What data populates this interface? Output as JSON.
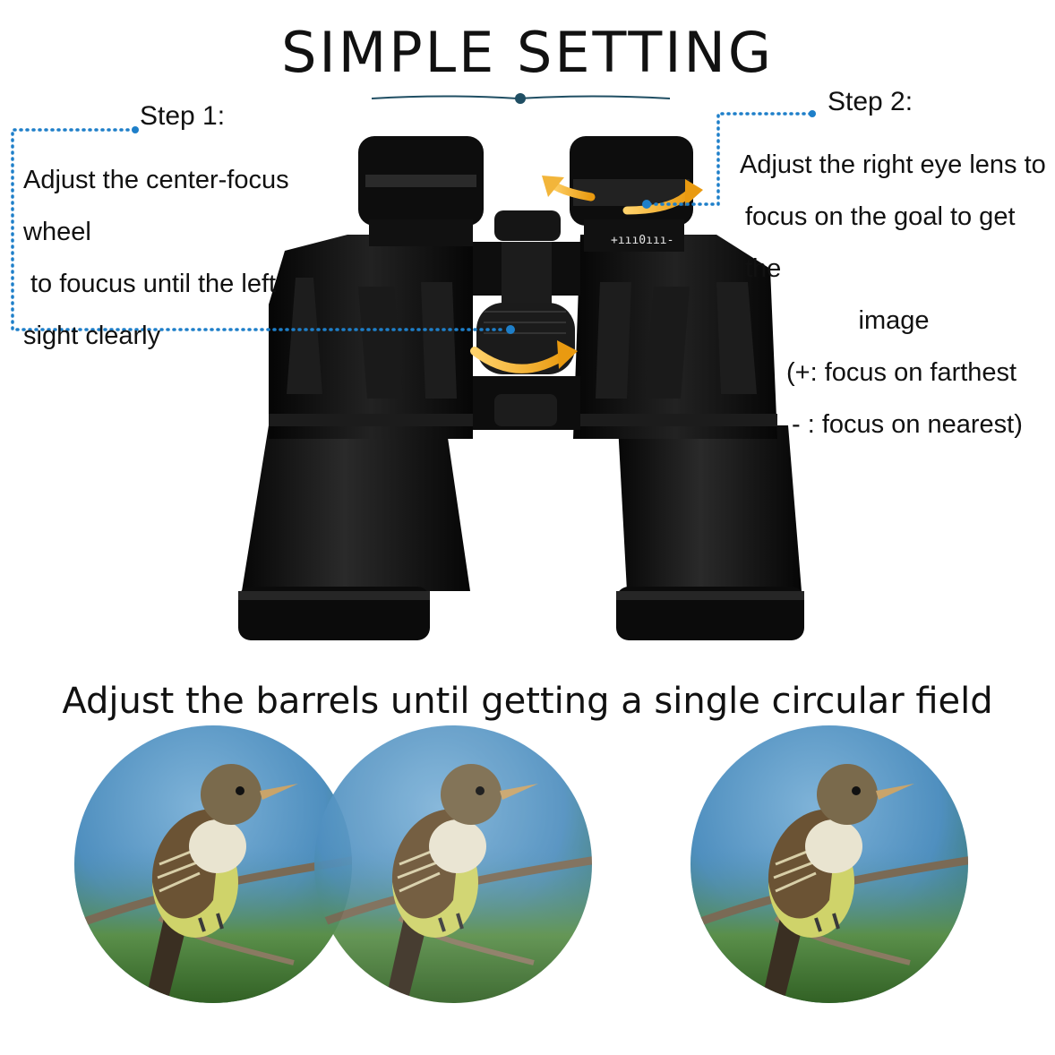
{
  "title": "SIMPLE SETTING",
  "step1": {
    "heading": "Step 1:",
    "lines": [
      "Adjust the center-focus wheel",
      "to foucus until the left",
      "sight clearly"
    ]
  },
  "step2": {
    "heading": "Step 2:",
    "lines": [
      "Adjust  the right eye lens to",
      "focus on the goal  to get the",
      "image",
      "(+: focus on farthest",
      "- : focus on nearest)"
    ]
  },
  "diopter_scale": "+ııı0ııı-",
  "subtitle": "Adjust the barrels until getting a single circular field",
  "colors": {
    "accent": "#1e7fc9",
    "arrow": "#f2a81d",
    "body": "#0c0c0c",
    "divider": "#1f4e63"
  }
}
